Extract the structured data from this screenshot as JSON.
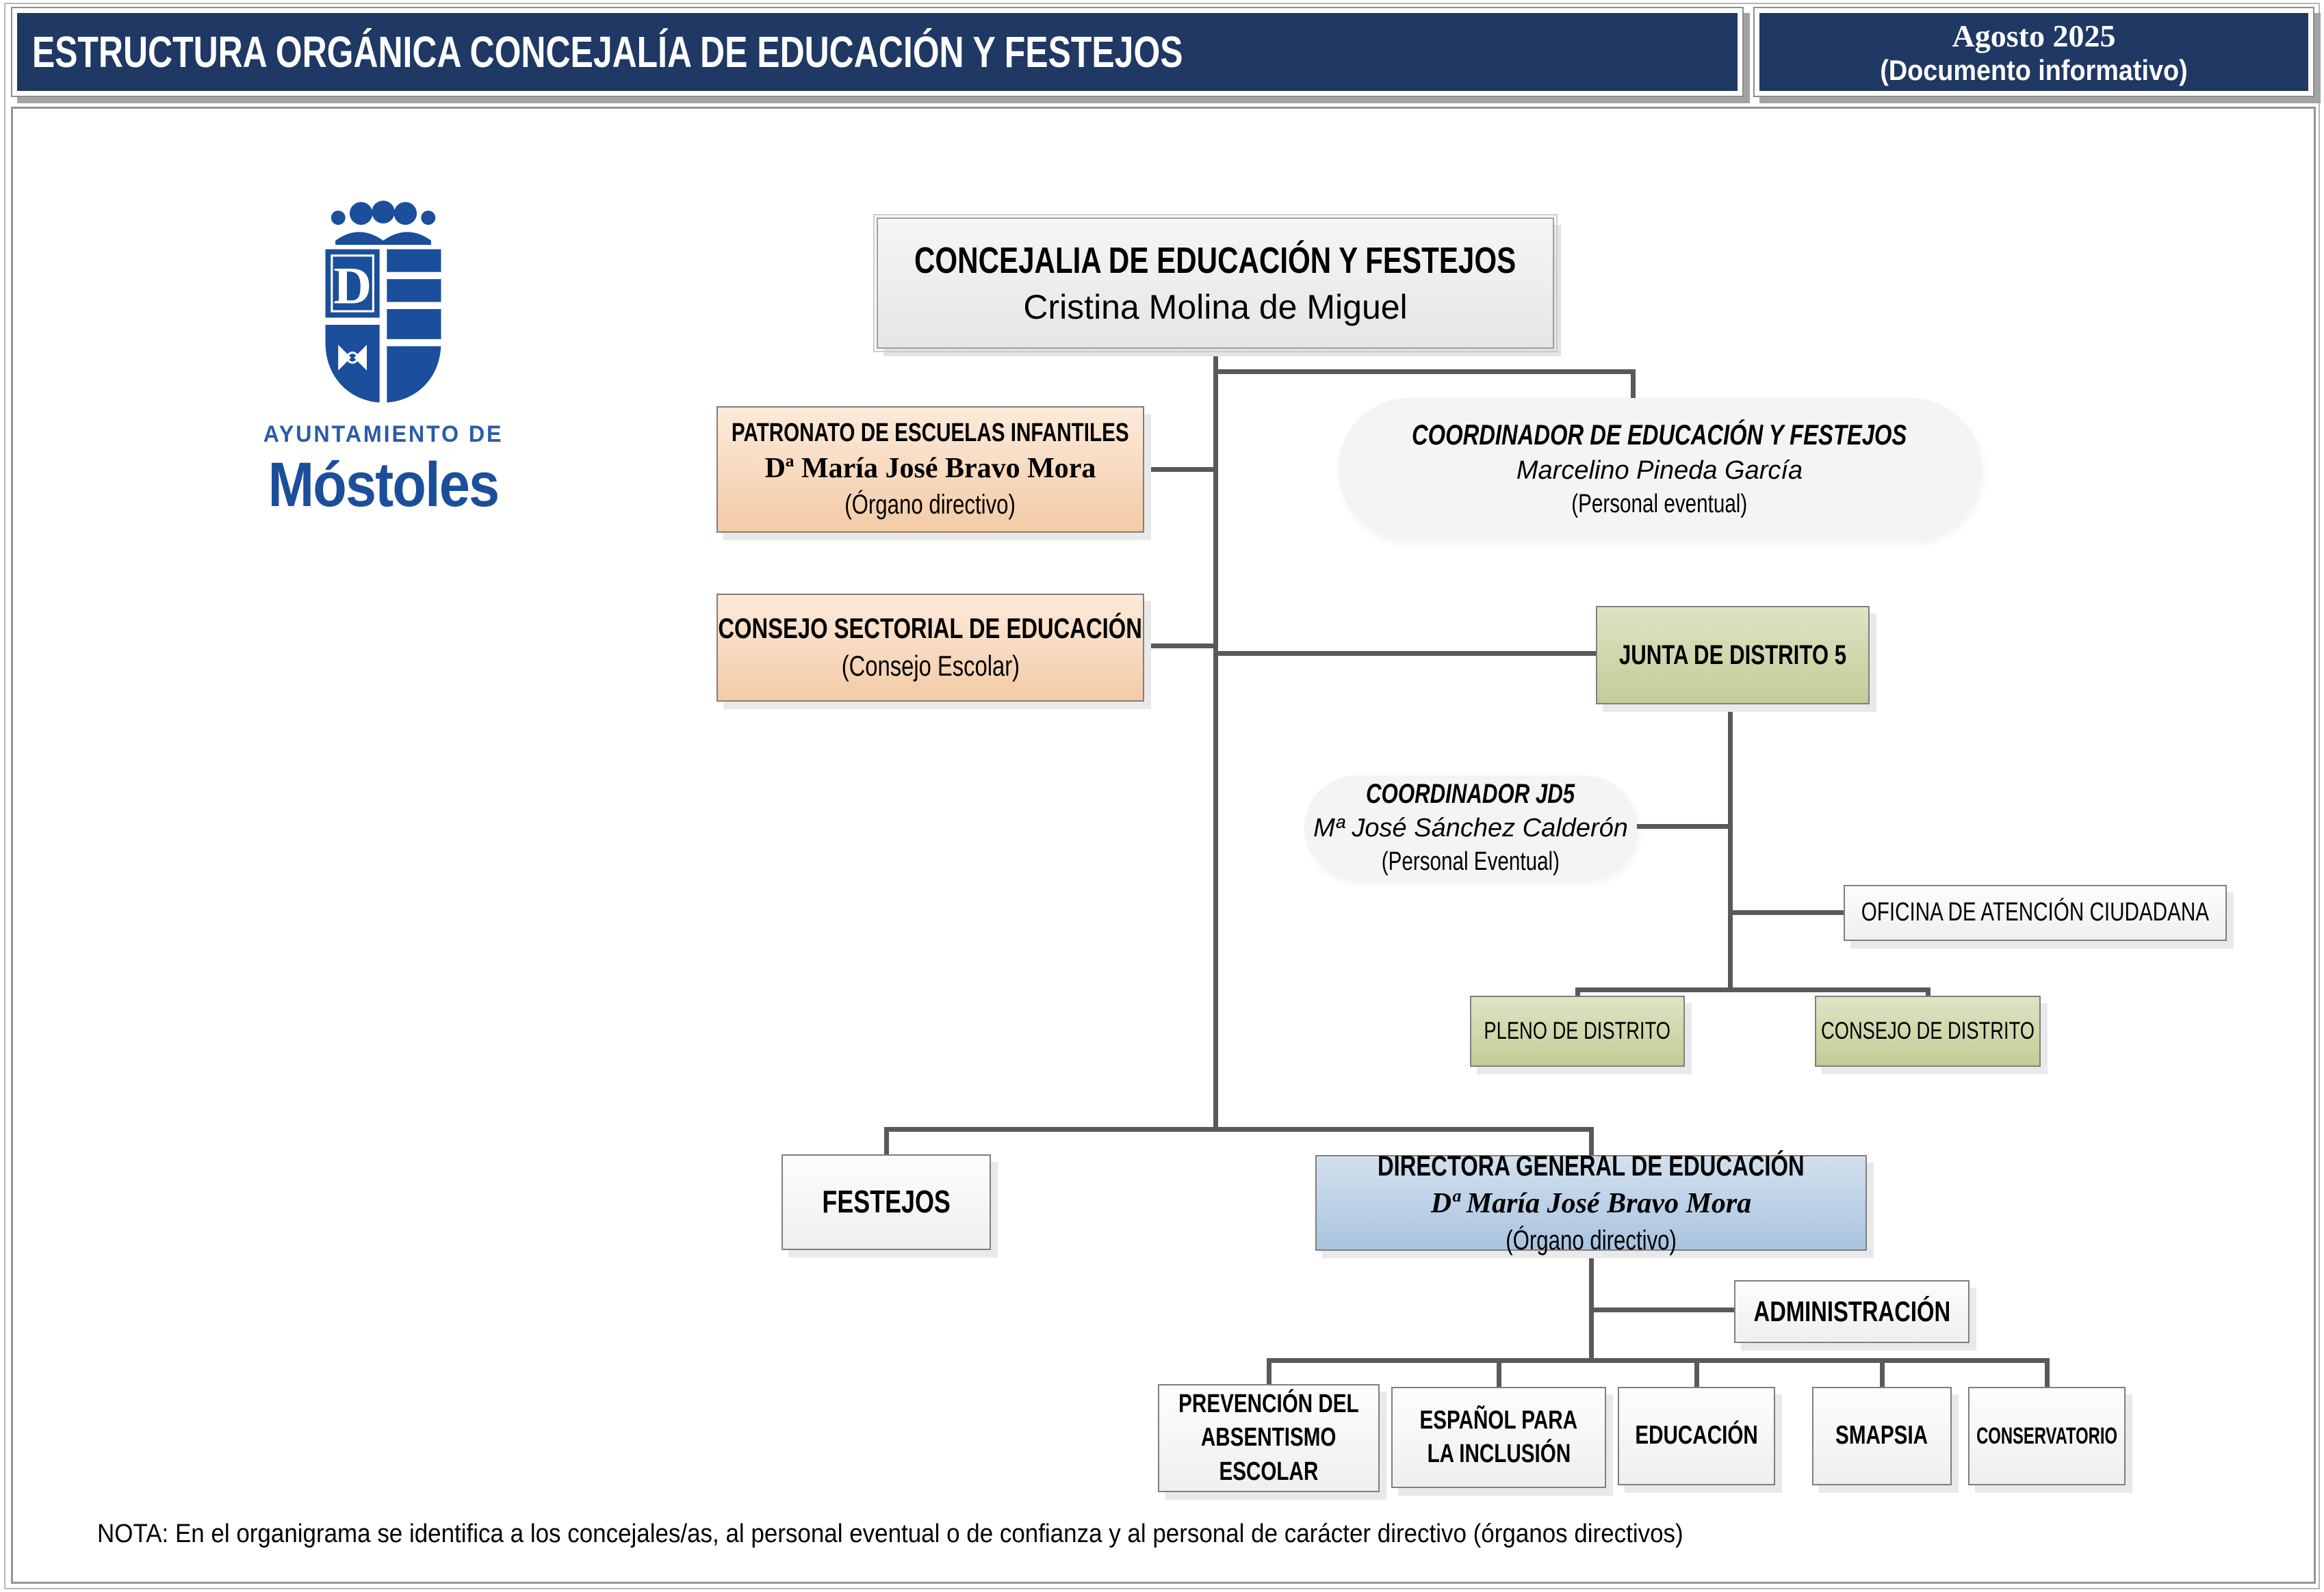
{
  "header": {
    "title": "ESTRUCTURA ORGÁNICA CONCEJALÍA DE EDUCACIÓN Y FESTEJOS",
    "date": "Agosto 2025",
    "doc_type": "(Documento informativo)"
  },
  "logo": {
    "line1": "AYUNTAMIENTO DE",
    "line2": "Móstoles",
    "shield_letter": "D"
  },
  "nodes": {
    "concejalia": {
      "title": "CONCEJALIA DE EDUCACIÓN Y FESTEJOS",
      "name": "Cristina Molina de Miguel"
    },
    "patronato": {
      "title": "PATRONATO DE ESCUELAS INFANTILES",
      "name": "Dª María José Bravo Mora",
      "role": "(Órgano directivo)"
    },
    "coordinador_ef": {
      "title": "COORDINADOR DE EDUCACIÓN Y FESTEJOS",
      "name": "Marcelino Pineda García",
      "role": "(Personal eventual)"
    },
    "consejo_sectorial": {
      "title": "CONSEJO SECTORIAL DE EDUCACIÓN",
      "role": "(Consejo Escolar)"
    },
    "junta_distrito5": {
      "title": "JUNTA DE DISTRITO 5"
    },
    "coordinador_jd5": {
      "title": "COORDINADOR JD5",
      "name": "Mª José Sánchez Calderón",
      "role": "(Personal Eventual)"
    },
    "oficina": {
      "title": "OFICINA DE ATENCIÓN CIUDADANA"
    },
    "pleno": {
      "title": "PLENO DE DISTRITO"
    },
    "consejo_distrito": {
      "title": "CONSEJO DE DISTRITO"
    },
    "festejos": {
      "title": "FESTEJOS"
    },
    "directora": {
      "title": "DIRECTORA GENERAL DE EDUCACIÓN",
      "name": "Dª María José Bravo Mora",
      "role": "(Órgano directivo)"
    },
    "administracion": {
      "title": "ADMINISTRACIÓN"
    },
    "prevencion": {
      "title_l1": "PREVENCIÓN DEL",
      "title_l2": "ABSENTISMO",
      "title_l3": "ESCOLAR"
    },
    "espanol": {
      "title_l1": "ESPAÑOL PARA",
      "title_l2": "LA INCLUSIÓN"
    },
    "educacion": {
      "title": "EDUCACIÓN"
    },
    "smapsia": {
      "title": "SMAPSIA"
    },
    "conservatorio": {
      "title": "CONSERVATORIO"
    }
  },
  "edges": [
    {
      "from": "concejalia",
      "to": "patronato"
    },
    {
      "from": "concejalia",
      "to": "coordinador_ef"
    },
    {
      "from": "concejalia",
      "to": "consejo_sectorial"
    },
    {
      "from": "concejalia",
      "to": "junta_distrito5"
    },
    {
      "from": "junta_distrito5",
      "to": "coordinador_jd5"
    },
    {
      "from": "junta_distrito5",
      "to": "oficina"
    },
    {
      "from": "junta_distrito5",
      "to": "pleno"
    },
    {
      "from": "junta_distrito5",
      "to": "consejo_distrito"
    },
    {
      "from": "concejalia",
      "to": "festejos"
    },
    {
      "from": "concejalia",
      "to": "directora"
    },
    {
      "from": "directora",
      "to": "administracion"
    },
    {
      "from": "directora",
      "to": "prevencion"
    },
    {
      "from": "directora",
      "to": "espanol"
    },
    {
      "from": "directora",
      "to": "educacion"
    },
    {
      "from": "directora",
      "to": "smapsia"
    },
    {
      "from": "directora",
      "to": "conservatorio"
    }
  ],
  "note": "NOTA: En el organigrama se identifica a los concejales/as, al personal eventual o de confianza y al personal de carácter directivo (órganos directivos)",
  "colors": {
    "header_bg": "#1f3864",
    "connector": "#595959",
    "peach_node": "#f3cba6",
    "green_node": "#c2cc96",
    "blue_node": "#a9c4df",
    "gray_node": "#ededed",
    "rounded_node": "#f4f4f4",
    "logo_blue": "#1b4e9b"
  }
}
